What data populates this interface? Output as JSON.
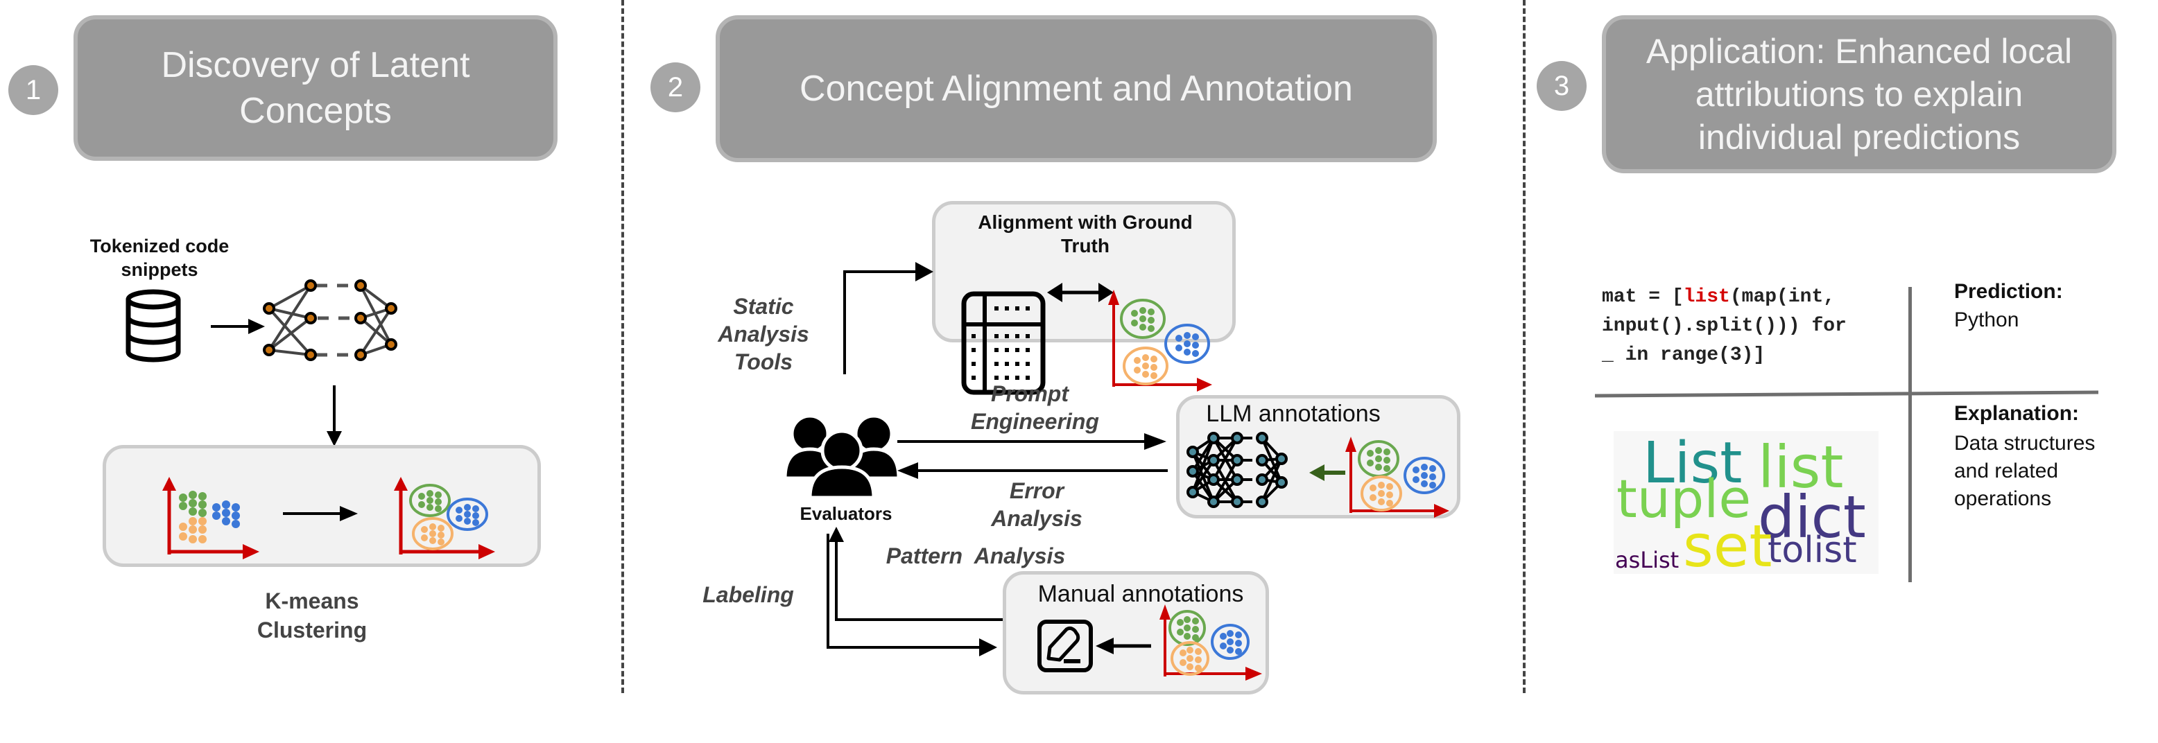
{
  "colors": {
    "header_bg": "#999999",
    "badge_bg": "#a6a6a6",
    "panel_bg": "#f2f2f2",
    "axis_red": "#cc0000",
    "cluster_green": "#6aa84f",
    "cluster_blue": "#3c78d8",
    "cluster_orange": "#f6b26b",
    "node_orange": "#c8720f",
    "node_teal": "#4a8a9a",
    "arrow_green": "#38611c",
    "code_keyword": "#d40000"
  },
  "sections": [
    {
      "step": "1",
      "title": "Discovery of Latent Concepts",
      "input_label": "Tokenized code snippets",
      "process_label": "K-means Clustering",
      "icons": [
        "database-icon",
        "neural-network-icon",
        "scatter-unclustered-icon",
        "scatter-clustered-icon"
      ]
    },
    {
      "step": "2",
      "title": "Concept Alignment and Annotation",
      "actor_label": "Evaluators",
      "boxes": {
        "ground_truth": "Alignment with Ground Truth",
        "llm": "LLM annotations",
        "manual": "Manual annotations"
      },
      "edges": {
        "static_analysis": "Static Analysis Tools",
        "prompt_engineering": "Prompt Engineering",
        "error_analysis": "Error Analysis",
        "pattern_analysis": "Pattern  Analysis",
        "labeling": "Labeling"
      }
    },
    {
      "step": "3",
      "title": "Application: Enhanced local attributions to explain individual predictions",
      "code": {
        "line1_prefix": "mat = [",
        "line1_keyword": "list",
        "line1_suffix": "(map(int,",
        "line2": "input().split())) for",
        "line3": "_ in range(3)]"
      },
      "prediction_title": "Prediction:",
      "prediction_value": "Python",
      "explanation_title": "Explanation:",
      "explanation_value": "Data structures and related operations",
      "wordcloud": [
        {
          "word": "List",
          "color": "#21918c"
        },
        {
          "word": "list",
          "color": "#7ad151"
        },
        {
          "word": "tuple",
          "color": "#7ad151"
        },
        {
          "word": "dict",
          "color": "#443983"
        },
        {
          "word": "set",
          "color": "#e7e419"
        },
        {
          "word": "tolist",
          "color": "#443983"
        },
        {
          "word": "asList",
          "color": "#440154"
        }
      ]
    }
  ]
}
